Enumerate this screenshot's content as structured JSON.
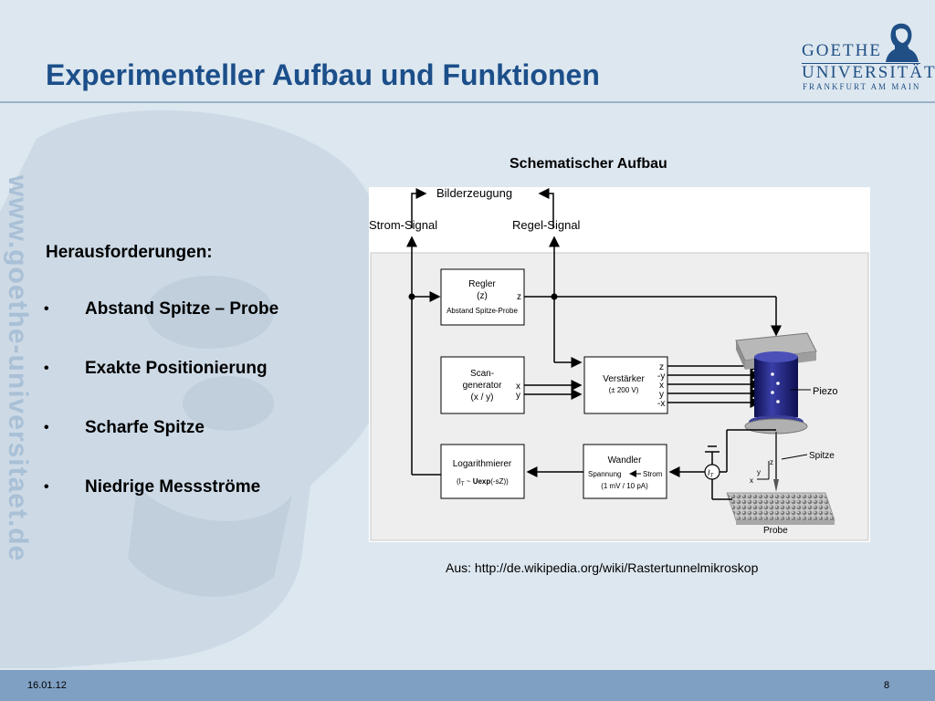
{
  "slide": {
    "title": "Experimenteller Aufbau und Funktionen",
    "vertical_url": "www.goethe-universitaet.de"
  },
  "logo": {
    "line1": "GOETHE",
    "line2": "UNIVERSITÄT",
    "line3": "FRANKFURT AM MAIN"
  },
  "content": {
    "heading": "Herausforderungen:",
    "bullet_symbol": "•",
    "bullets": [
      "Abstand Spitze – Probe",
      "Exakte Positionierung",
      "Scharfe Spitze",
      "Niedrige Messströme"
    ]
  },
  "diagram": {
    "title": "Schematischer Aufbau",
    "top_label": "Bilderzeugung",
    "strom_signal": "Strom-Signal",
    "regel_signal": "Regel-Signal",
    "regler": {
      "l1": "Regler",
      "l2": "(z)",
      "l3": "Abstand Spitze-Probe",
      "z": "z"
    },
    "scan": {
      "l1": "Scan-",
      "l2": "generator",
      "l3": "(x / y)",
      "x": "x",
      "y": "y"
    },
    "verstaerker": {
      "l1": "Verstärker",
      "l2": "(± 200 V)",
      "outs": [
        "z",
        "-y",
        "x",
        "y",
        "-x"
      ]
    },
    "log": {
      "l1": "Logarithmierer",
      "l2a": "(I",
      "l2b": "T",
      "l2c": " ~ ",
      "l2d": "Uexp",
      "l2e": "(-sZ))"
    },
    "wandler": {
      "l1": "Wandler",
      "l2a": "Spannung",
      "l2b": "Strom",
      "l3": "(1 mV / 10 pA)"
    },
    "current_symbol": "I",
    "current_sub": "T",
    "piezo": "Piezo",
    "spitze": "Spitze",
    "probe": "Probe",
    "axis_z": "z",
    "axis_y": "y",
    "axis_x": "x"
  },
  "source": "Aus: http://de.wikipedia.org/wiki/Rastertunnelmikroskop",
  "footer": {
    "date": "16.01.12",
    "page": "8"
  },
  "colors": {
    "title": "#1c4f8a",
    "background": "#dde7ef",
    "footer": "#7fa0c3",
    "piezo": "#1c1f6e"
  }
}
